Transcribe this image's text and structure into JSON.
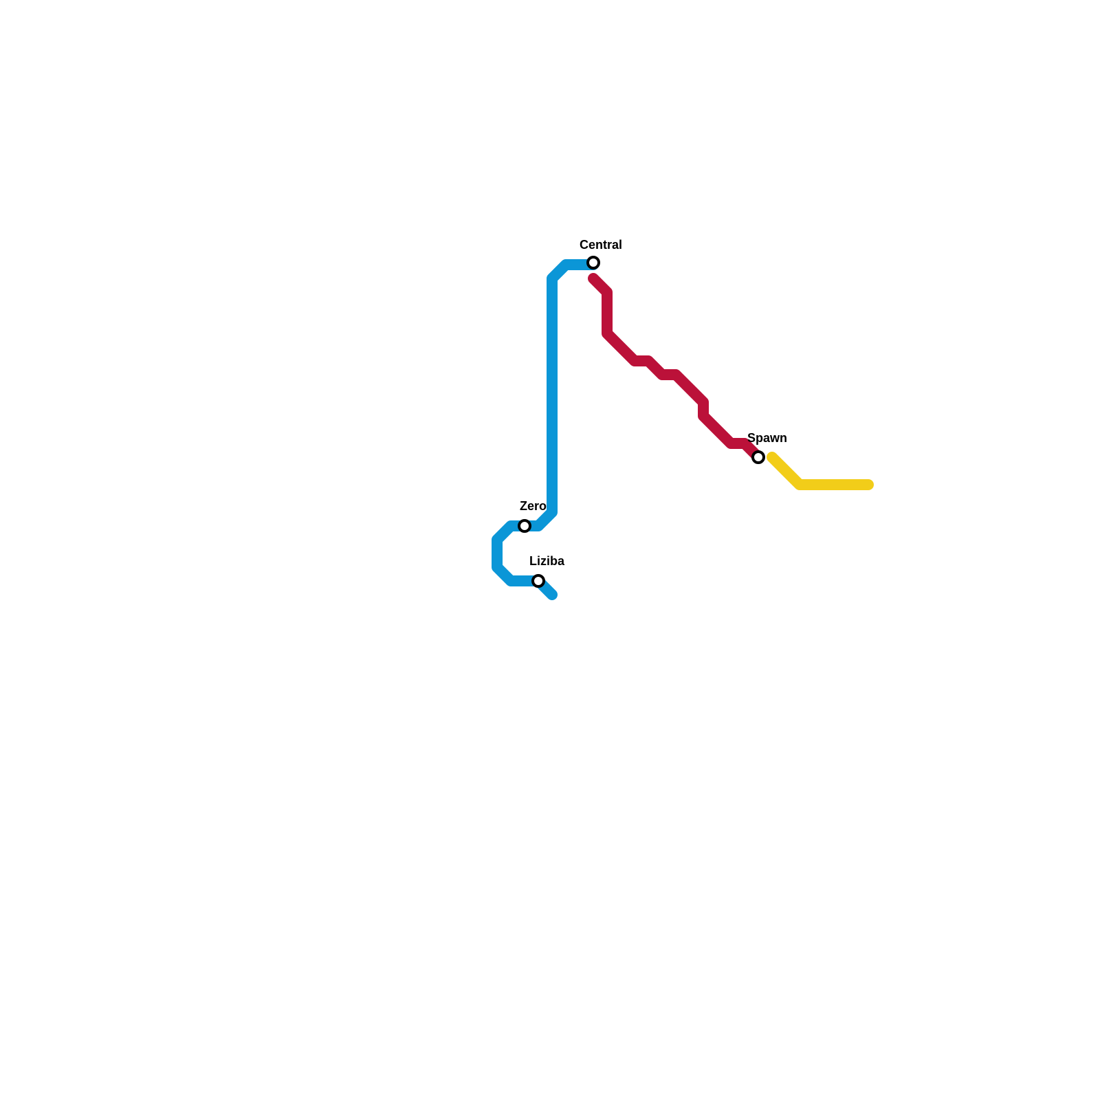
{
  "map": {
    "background_color": "#ffffff",
    "lines": [
      {
        "id": "blue",
        "color": "#0b96d7"
      },
      {
        "id": "red",
        "color": "#bb1139"
      },
      {
        "id": "yellow",
        "color": "#f2cd19"
      }
    ],
    "stations": [
      {
        "id": "central",
        "name": "Central"
      },
      {
        "id": "zero",
        "name": "Zero"
      },
      {
        "id": "liziba",
        "name": "Liziba"
      },
      {
        "id": "spawn",
        "name": "Spawn"
      }
    ]
  }
}
